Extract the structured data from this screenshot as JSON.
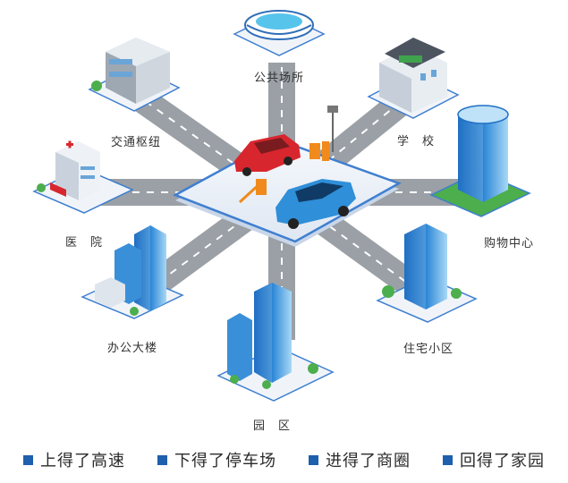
{
  "nodes": {
    "public": "公共场所",
    "transport": "交通枢纽",
    "school": "学　校",
    "hospital": "医　院",
    "shopping": "购物中心",
    "office": "办公大楼",
    "residential": "住宅小区",
    "park": "园　区"
  },
  "legend": [
    {
      "label": "上得了高速"
    },
    {
      "label": "下得了停车场"
    },
    {
      "label": "进得了商圈"
    },
    {
      "label": "回得了家园"
    }
  ],
  "colors": {
    "road": "#9aa0a6",
    "platform": "#e9eef6",
    "platform_edge": "#3f7fd0",
    "grass": "#4cae4c",
    "legend_square": "#1e5fae",
    "car_red": "#d8262e",
    "car_blue": "#2f8fd8"
  }
}
